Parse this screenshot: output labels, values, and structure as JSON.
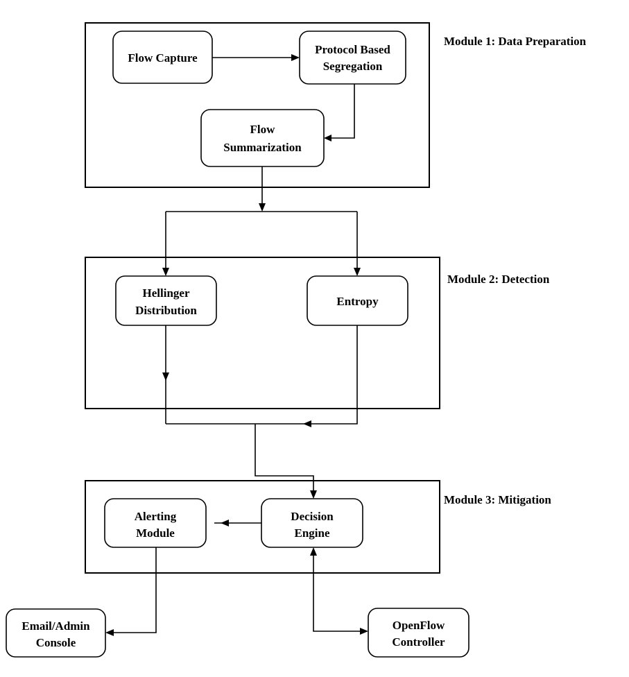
{
  "modules": {
    "data_preparation": "Module 1: Data Preparation",
    "detection": "Module 2: Detection",
    "mitigation": "Module 3: Mitigation"
  },
  "nodes": {
    "flow_capture": [
      "Flow Capture"
    ],
    "protocol_segregation": [
      "Protocol Based",
      "Segregation"
    ],
    "flow_summarization": [
      "Flow",
      "Summarization"
    ],
    "hellinger": [
      "Hellinger",
      "Distribution"
    ],
    "entropy": [
      "Entropy"
    ],
    "decision_engine": [
      "Decision",
      "Engine"
    ],
    "alerting_module": [
      "Alerting",
      "Module"
    ],
    "email_admin": [
      "Email/Admin",
      "Console"
    ],
    "openflow": [
      "OpenFlow",
      "Controller"
    ]
  }
}
